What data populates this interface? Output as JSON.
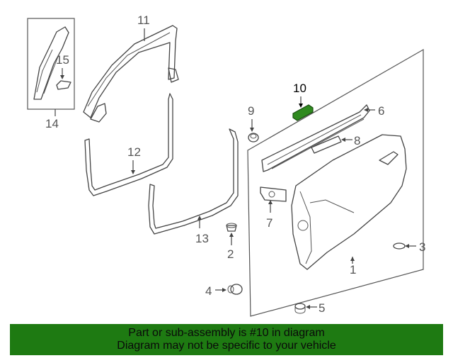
{
  "callouts": {
    "c1": "1",
    "c2": "2",
    "c3": "3",
    "c4": "4",
    "c5": "5",
    "c6": "6",
    "c7": "7",
    "c8": "8",
    "c9": "9",
    "c10": "10",
    "c11": "11",
    "c12": "12",
    "c13": "13",
    "c14": "14",
    "c15": "15"
  },
  "highlight_color": "#2f8a1f",
  "banner": {
    "line1": "Part or sub-assembly is #10 in diagram",
    "line2": "Diagram may not be specific to your vehicle",
    "background": "#1e7a12"
  }
}
